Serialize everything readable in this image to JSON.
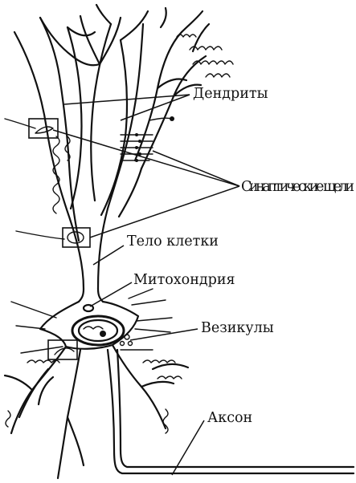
{
  "labels": {
    "dendrites": "Дендриты",
    "synaptic_clefts": "Синаптические щели",
    "cell_body": "Тело клетки",
    "mitochondrion": "Митохондрия",
    "vesicles": "Везикулы",
    "axon": "Аксон"
  }
}
